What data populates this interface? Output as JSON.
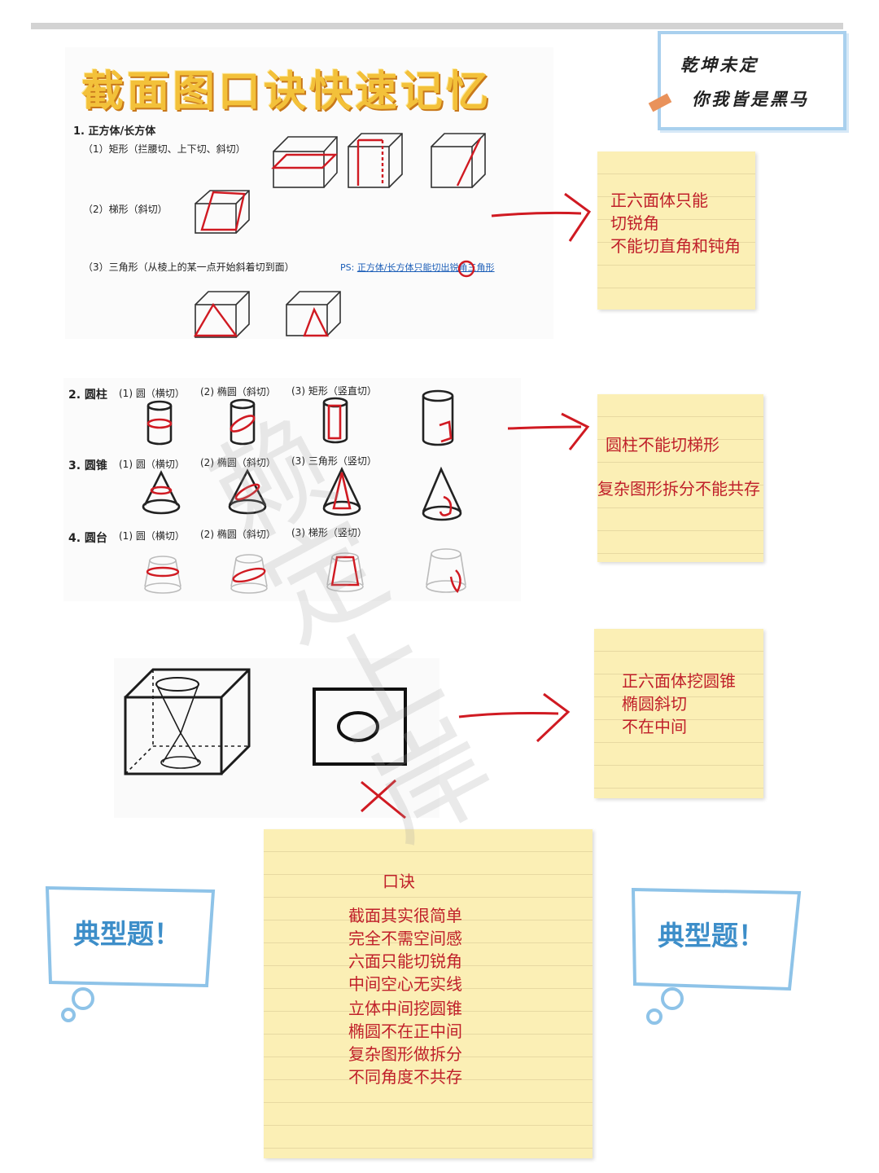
{
  "stamp": {
    "line1": "乾坤未定",
    "line2": "你我皆是黑马"
  },
  "title": "截面图口诀快速记忆",
  "section1": {
    "heading": "1. 正方体/长方体",
    "item1": "（1）矩形（拦腰切、上下切、斜切）",
    "item2": "（2）梯形（斜切）",
    "item3": "（3）三角形（从棱上的某一点开始斜着切到面）",
    "ps_prefix": "PS:",
    "ps_text": "正方体/长方体只能切出锐角三角形"
  },
  "section2": {
    "cyl_heading": "2. 圆柱",
    "cyl_items": [
      "(1) 圆（横切）",
      "(2) 椭圆（斜切）",
      "(3) 矩形（竖直切）"
    ],
    "cone_heading": "3. 圆锥",
    "cone_items": [
      "(1) 圆（横切）",
      "(2) 椭圆（斜切）",
      "(3) 三角形（竖切）"
    ],
    "frustum_heading": "4. 圆台",
    "frustum_items": [
      "(1) 圆（横切）",
      "(2) 椭圆（斜切）",
      "(3) 梯形（竖切）"
    ]
  },
  "notes": {
    "n1": [
      "正六面体只能",
      "切锐角",
      "不能切直角和钝角"
    ],
    "n2": [
      "圆柱不能切梯形",
      "复杂图形拆分不能共存"
    ],
    "n3": [
      "正六面体挖圆锥",
      "椭圆斜切",
      "不在中间"
    ]
  },
  "watermark": "赖定上岸",
  "rhyme": {
    "title": "口诀",
    "lines": [
      "截面其实很简单",
      "完全不需空间感",
      "六面只能切锐角",
      "中间空心无实线",
      "立体中间挖圆锥",
      "椭圆不在正中间",
      "复杂图形做拆分",
      "不同角度不共存"
    ]
  },
  "typical_left": "典型题！",
  "typical_right": "典型题！",
  "colors": {
    "red": "#c0202a",
    "note": "#fbefb5",
    "blue": "#3d8ec9",
    "gold": "#f3c13a"
  }
}
